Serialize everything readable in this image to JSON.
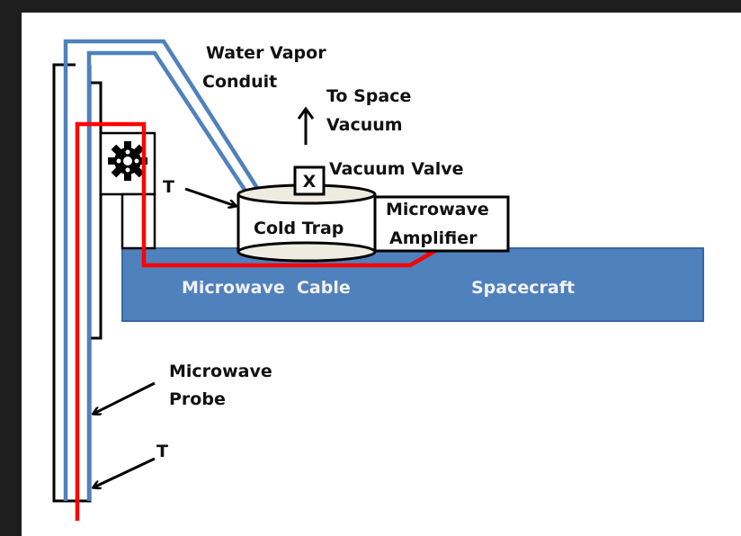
{
  "diagram": {
    "colors": {
      "conduit_blue": "#4f81bd",
      "cable_red": "#ff0000",
      "spacecraft_fill": "#4f81bd",
      "spacecraft_border": "#3a679e",
      "cold_trap_ellipse": "#eeece1",
      "outline": "#000000",
      "background_frame": "#1e1e1e"
    },
    "labels": {
      "water_vapor_line1": "Water Vapor",
      "water_vapor_line2": "Conduit",
      "to_space_line1": "To Space",
      "to_space_line2": "Vacuum",
      "vacuum_valve": "Vacuum Valve",
      "valve_symbol": "X",
      "cold_trap": "Cold Trap",
      "amplifier_line1": "Microwave",
      "amplifier_line2": "Amplifier",
      "microwave_cable": "Microwave  Cable",
      "spacecraft": "Spacecraft",
      "probe_line1": "Microwave",
      "probe_line2": "Probe",
      "temp_sensor_top": "T",
      "temp_sensor_bottom": "T"
    },
    "icons": {
      "gear": "gear-icon",
      "arrow_up": "arrow-up-icon"
    }
  }
}
